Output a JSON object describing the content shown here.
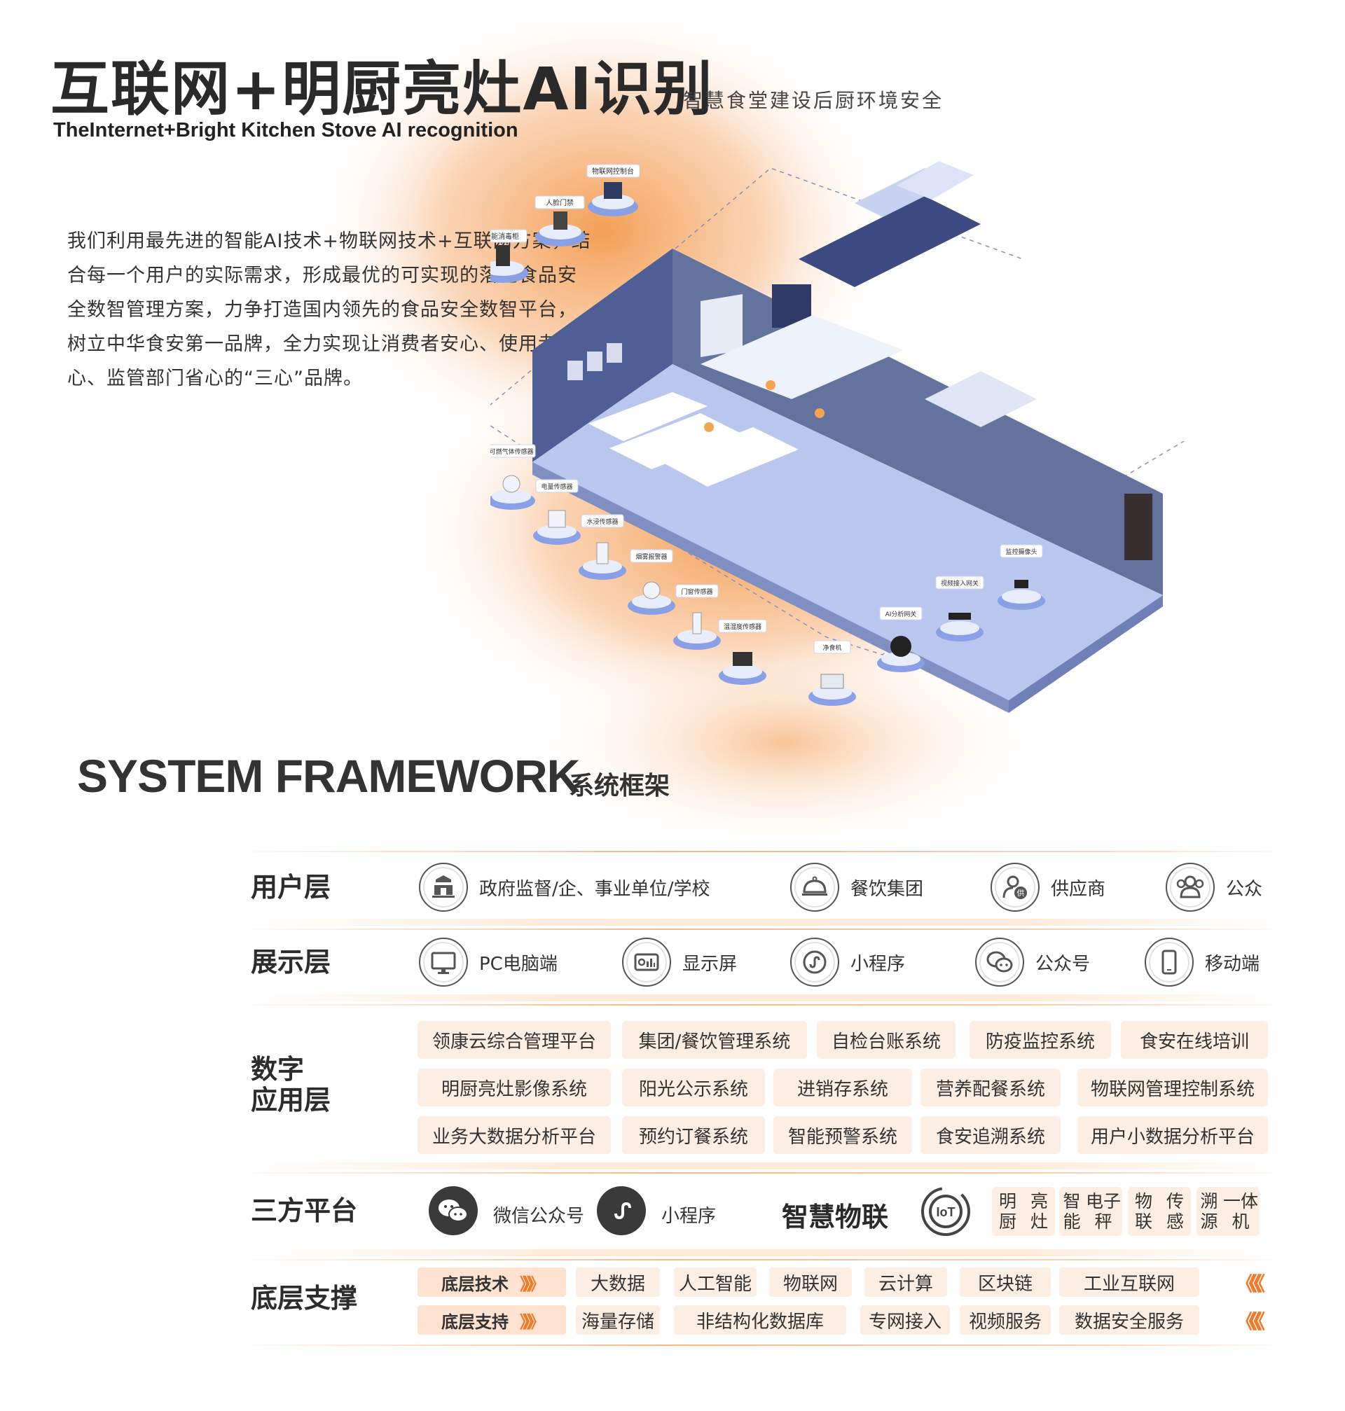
{
  "header": {
    "title": "互联网+明厨亮灶AI识别",
    "subtitle": "智慧食堂建设后厨环境安全",
    "title_en": "TheInternet+Bright Kitchen Stove AI recognition"
  },
  "intro": {
    "text": "我们利用最先进的智能AI技术+物联网技术+互联网方案，结合每一个用户的实际需求，形成最优的可实现的落地食品安全数智管理方案，力争打造国内领先的食品安全数智平台，树立中华食安第一品牌，全力实现让消费者安心、使用者放心、监管部门省心的“三心”品牌。"
  },
  "scene": {
    "devices": [
      "物联网控制台",
      "人脸门禁",
      "智能消毒柜",
      "可燃气体传感器",
      "电量传感器",
      "水浸传感器",
      "烟雾报警器",
      "门窗传感器",
      "温湿度传感器",
      "净食机",
      "AI分析网关",
      "视频接入网关",
      "监控摄像头"
    ]
  },
  "framework": {
    "title": "SYSTEM FRAMEWORK",
    "subtitle": "系统框架",
    "layers": {
      "user": {
        "label": "用户层",
        "items": [
          {
            "label": "政府监督/企、事业单位/学校",
            "icon": "government-building-icon"
          },
          {
            "label": "餐饮集团",
            "icon": "food-cloche-icon"
          },
          {
            "label": "供应商",
            "icon": "supplier-person-icon"
          },
          {
            "label": "公众",
            "icon": "people-group-icon"
          }
        ],
        "supplier_badge": "供"
      },
      "display": {
        "label": "展示层",
        "items": [
          {
            "label": "PC电脑端",
            "icon": "monitor-icon"
          },
          {
            "label": "显示屏",
            "icon": "display-screen-icon"
          },
          {
            "label": "小程序",
            "icon": "mini-program-icon"
          },
          {
            "label": "公众号",
            "icon": "wechat-icon"
          },
          {
            "label": "移动端",
            "icon": "mobile-phone-icon"
          }
        ]
      },
      "apps": {
        "label_line1": "数字",
        "label_line2": "应用层",
        "rows": [
          [
            "领康云综合管理平台",
            "集团/餐饮管理系统",
            "自检台账系统",
            "防疫监控系统",
            "食安在线培训"
          ],
          [
            "明厨亮灶影像系统",
            "阳光公示系统",
            "进销存系统",
            "营养配餐系统",
            "物联网管理控制系统"
          ],
          [
            "业务大数据分析平台",
            "预约订餐系统",
            "智能预警系统",
            "食安追溯系统",
            "用户小数据分析平台"
          ]
        ]
      },
      "third_party": {
        "label": "三方平台",
        "wechat": "微信公众号",
        "mini_program": "小程序",
        "iot_title": "智慧物联",
        "iot_badge": "IoT",
        "boxes": [
          [
            "明厨",
            "亮灶"
          ],
          [
            "智能",
            "电子秤"
          ],
          [
            "物联",
            "传感"
          ],
          [
            "溯源",
            "一体机"
          ]
        ]
      },
      "support": {
        "label": "底层支撑",
        "rows": [
          {
            "tag": "底层技术",
            "items": [
              "大数据",
              "人工智能",
              "物联网",
              "云计算",
              "区块链",
              "工业互联网"
            ]
          },
          {
            "tag": "底层支持",
            "items": [
              "海量存储",
              "非结构化数据库",
              "专网接入",
              "视频服务",
              "数据安全服务"
            ]
          }
        ],
        "arrow_right": "》》》",
        "arrow_left": "《《《"
      }
    }
  },
  "colors": {
    "accent_orange": "#f07a2a",
    "pill_bg": "#fdeee3",
    "scene_floor": "#b8c6ee",
    "scene_wall": "#5a6aa0"
  }
}
